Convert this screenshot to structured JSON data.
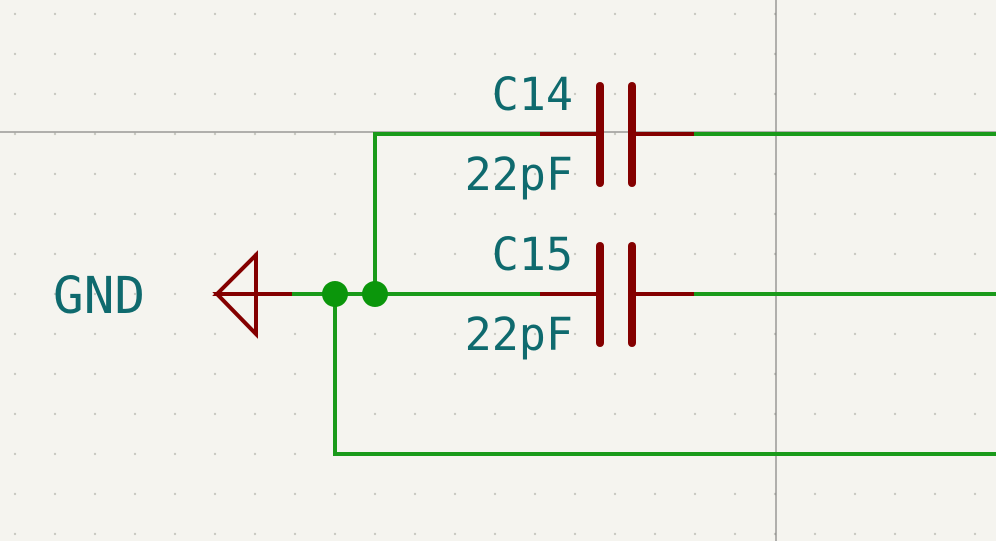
{
  "colors": {
    "background": "#f5f4ef",
    "wire": "#1a9a1a",
    "junction": "#0b960b",
    "component": "#840000",
    "text": "#0f6a6e",
    "crosshair": "#6a6a6a",
    "grid_dot": "#c9c9c2"
  },
  "power_port": {
    "label": "GND",
    "icon": "ground-triangle-icon"
  },
  "components": [
    {
      "reference": "C14",
      "value": "22pF",
      "type": "capacitor"
    },
    {
      "reference": "C15",
      "value": "22pF",
      "type": "capacitor"
    }
  ]
}
